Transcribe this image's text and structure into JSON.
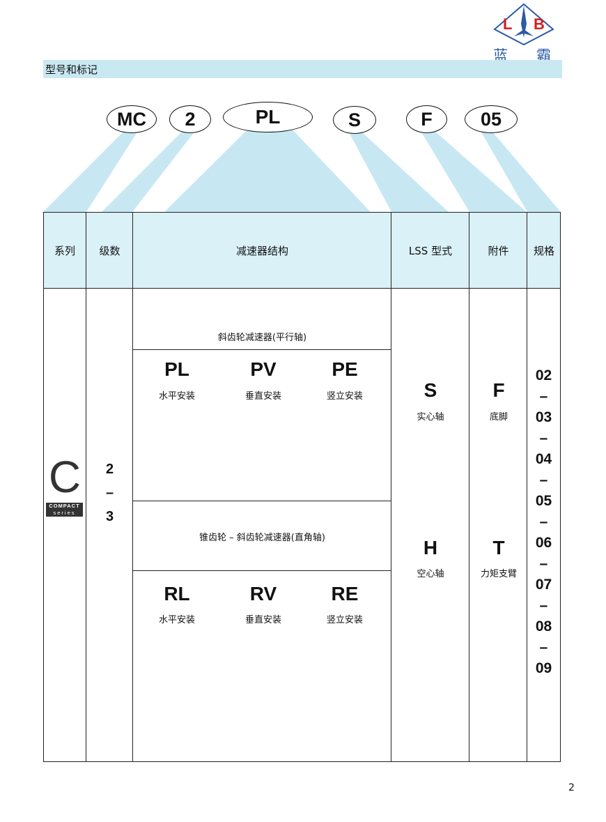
{
  "logo": {
    "letters": "LB",
    "cn_left": "蓝",
    "cn_right": "霸"
  },
  "section_title": "型号和标记",
  "model_code": [
    "MC",
    "2",
    "PL",
    "S",
    "F",
    "05"
  ],
  "table": {
    "headers": [
      "系列",
      "级数",
      "减速器结构",
      "LSS 型式",
      "附件",
      "规格"
    ],
    "series": {
      "letter": "C",
      "badge_top": "COMPACT",
      "badge_bottom": "series"
    },
    "stages": [
      "2",
      "–",
      "3"
    ],
    "structure": {
      "group1_title": "斜齿轮减速器(平行轴)",
      "group1": [
        {
          "code": "PL",
          "label": "水平安装"
        },
        {
          "code": "PV",
          "label": "垂直安装"
        },
        {
          "code": "PE",
          "label": "竖立安装"
        }
      ],
      "group2_title": "锥齿轮 – 斜齿轮减速器(直角轴)",
      "group2": [
        {
          "code": "RL",
          "label": "水平安装"
        },
        {
          "code": "RV",
          "label": "垂直安装"
        },
        {
          "code": "RE",
          "label": "竖立安装"
        }
      ]
    },
    "lss": [
      {
        "code": "S",
        "label": "实心轴"
      },
      {
        "code": "H",
        "label": "空心轴"
      }
    ],
    "accessory": [
      {
        "code": "F",
        "label": "底脚"
      },
      {
        "code": "T",
        "label": "力矩支臂"
      }
    ],
    "specs": [
      "02",
      "–",
      "03",
      "–",
      "04",
      "–",
      "05",
      "–",
      "06",
      "–",
      "07",
      "–",
      "08",
      "–",
      "09"
    ]
  },
  "page_number": "2",
  "colors": {
    "header_fill": "#daf1f8",
    "ray_fill": "#c7e8f3",
    "title_bar": "#c9e9f2",
    "logo_blue": "#2c5aa6",
    "logo_red": "#d42020"
  }
}
